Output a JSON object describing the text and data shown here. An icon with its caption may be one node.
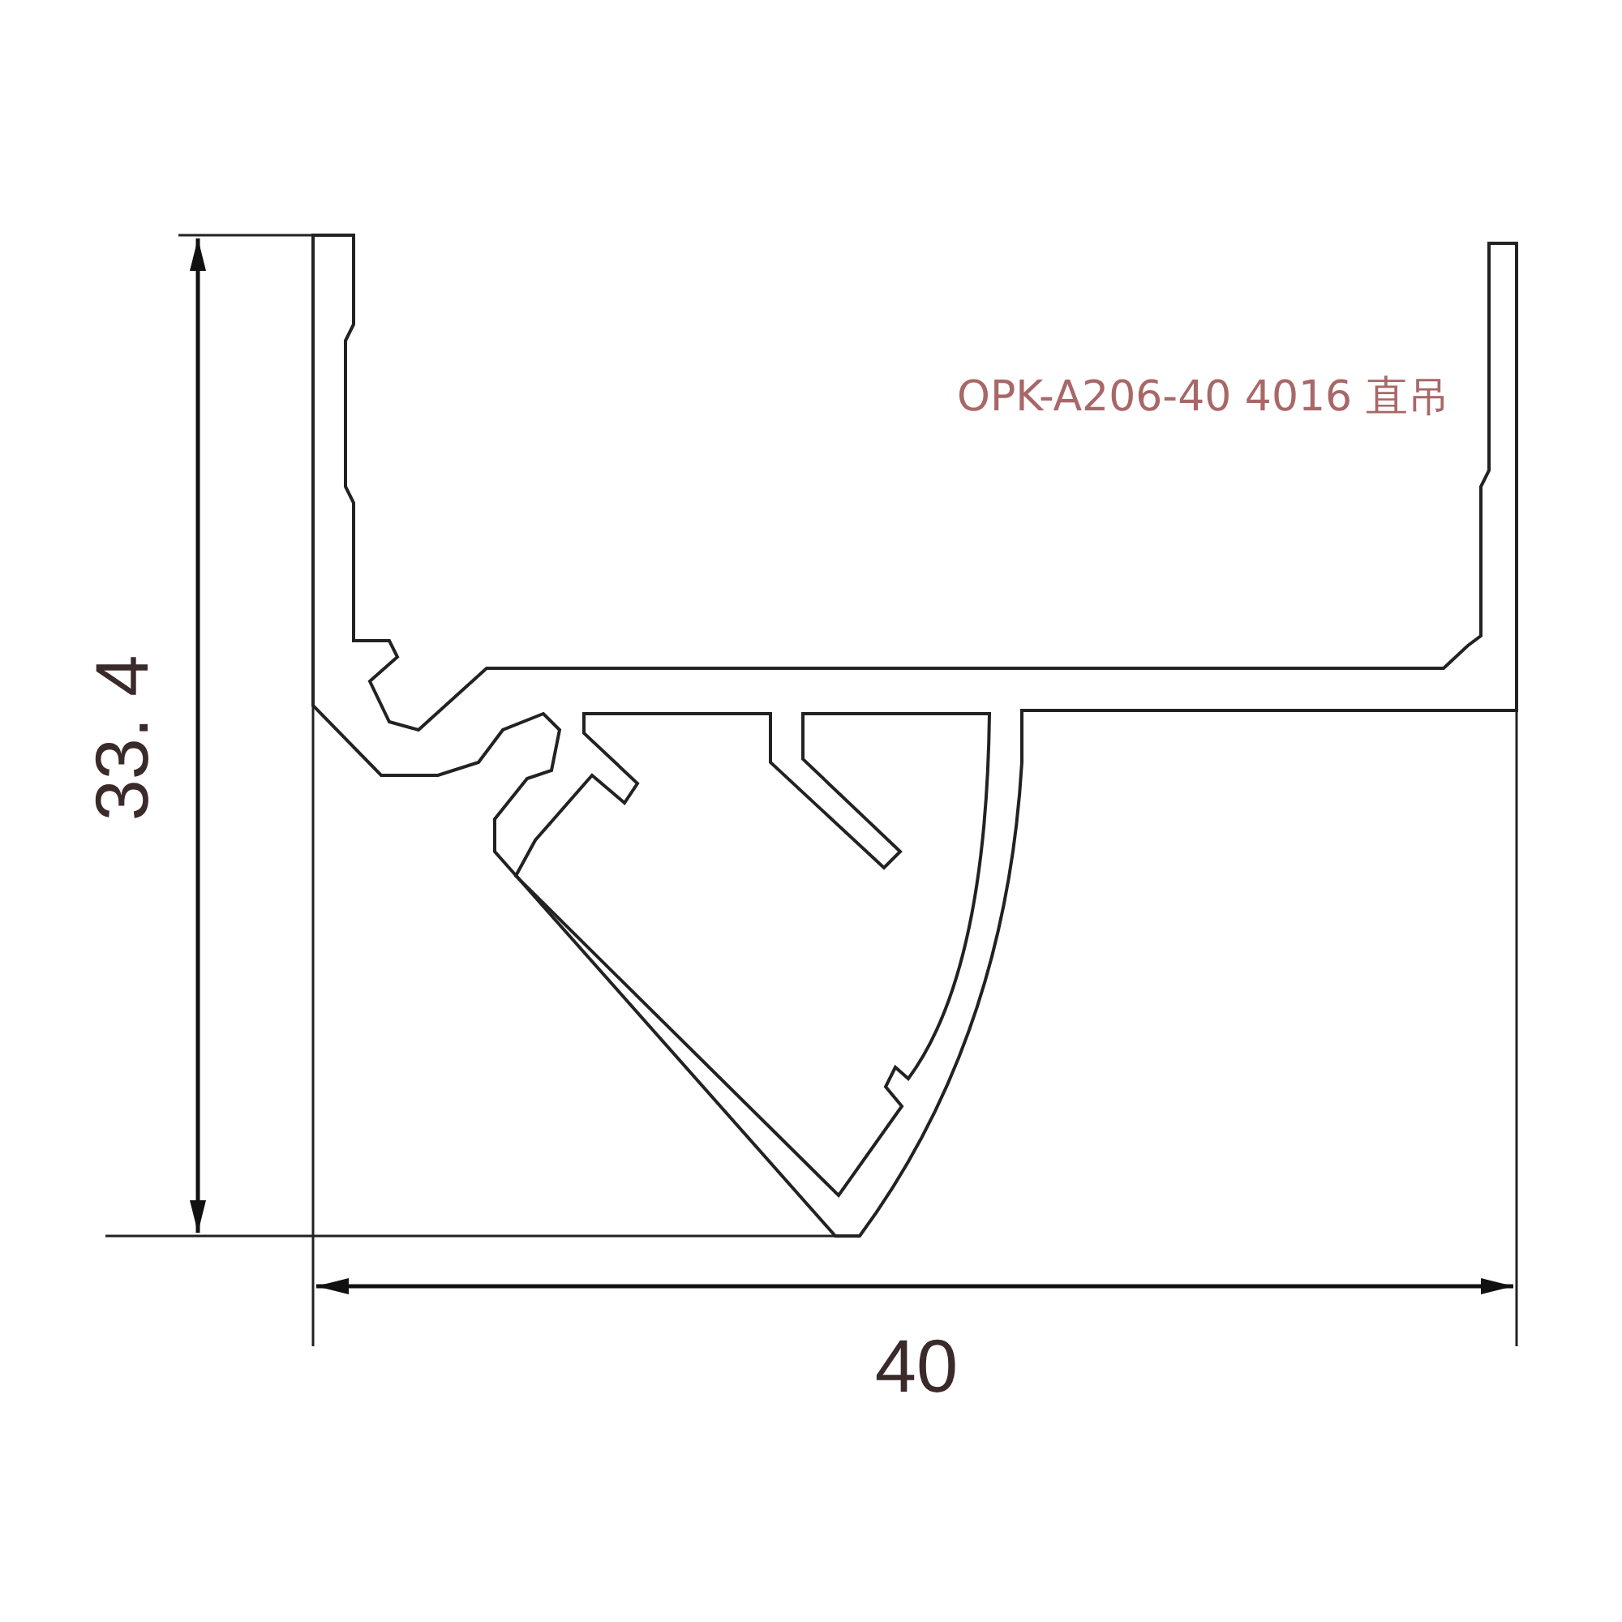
{
  "diagram": {
    "labels": [
      "33. 4",
      "40",
      "OPK-A206-40 4016 直吊"
    ]
  }
}
